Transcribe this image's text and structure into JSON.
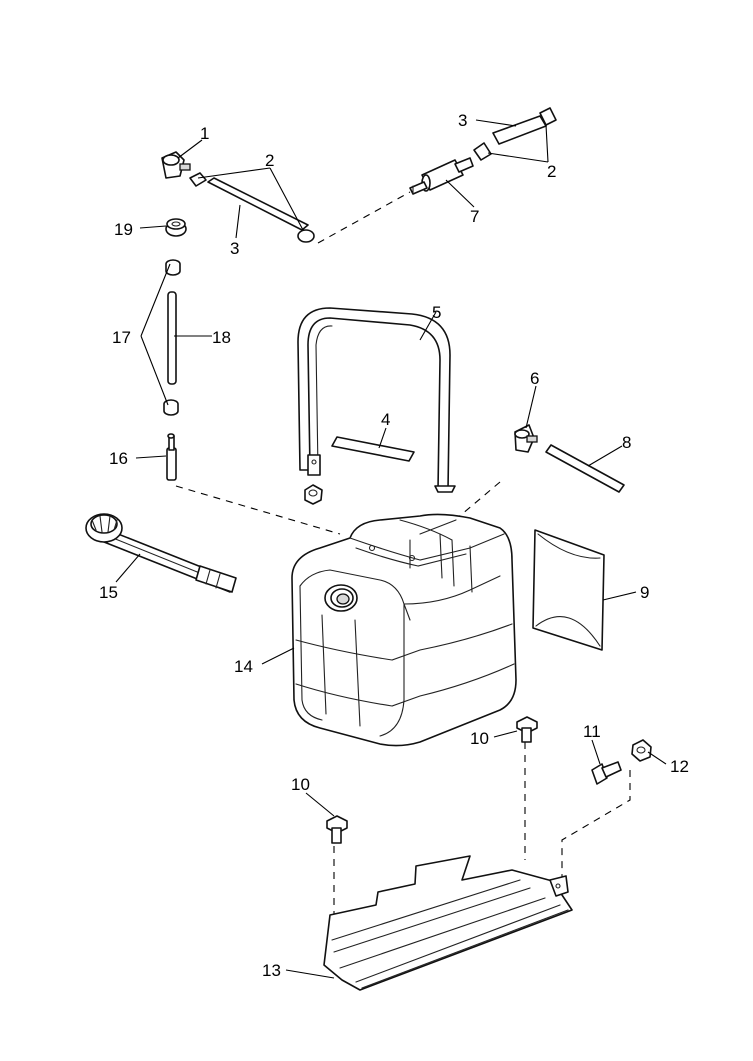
{
  "callouts": {
    "c1": "1",
    "c2a": "2",
    "c2b": "2",
    "c3a": "3",
    "c3b": "3",
    "c4": "4",
    "c5": "5",
    "c6": "6",
    "c7": "7",
    "c8": "8",
    "c9": "9",
    "c10a": "10",
    "c10b": "10",
    "c11": "11",
    "c12": "12",
    "c13": "13",
    "c14": "14",
    "c15": "15",
    "c16": "16",
    "c17": "17",
    "c18": "18",
    "c19": "19"
  }
}
